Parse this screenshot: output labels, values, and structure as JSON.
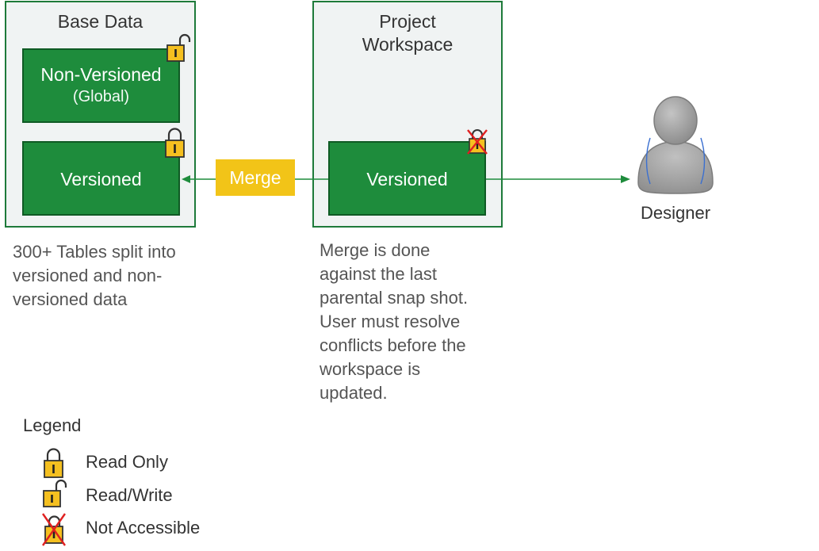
{
  "base_data": {
    "title": "Base Data",
    "non_versioned_label": "Non-Versioned",
    "non_versioned_sub": "(Global)",
    "versioned_label": "Versioned",
    "note": [
      "300+ Tables split into",
      "versioned and non-",
      "versioned data"
    ]
  },
  "project_workspace": {
    "title_line1": "Project",
    "title_line2": "Workspace",
    "versioned_label": "Versioned",
    "note": [
      "Merge is done",
      "against the last",
      "parental snap shot.",
      "User must resolve",
      "conflicts before the",
      "workspace is",
      "updated."
    ]
  },
  "merge": {
    "label": "Merge"
  },
  "designer": {
    "label": "Designer"
  },
  "legend": {
    "title": "Legend",
    "items": [
      {
        "icon": "closed-lock-icon",
        "label": "Read Only"
      },
      {
        "icon": "open-lock-icon",
        "label": "Read/Write"
      },
      {
        "icon": "crossed-lock-icon",
        "label": "Not Accessible"
      }
    ]
  },
  "colors": {
    "green_box": "#1e8c3c",
    "green_border": "#1e7a3a",
    "panel_bg": "#f0f3f3",
    "merge_yellow": "#f2c418",
    "lock_yellow": "#f5c020",
    "cross_red": "#e02020"
  }
}
